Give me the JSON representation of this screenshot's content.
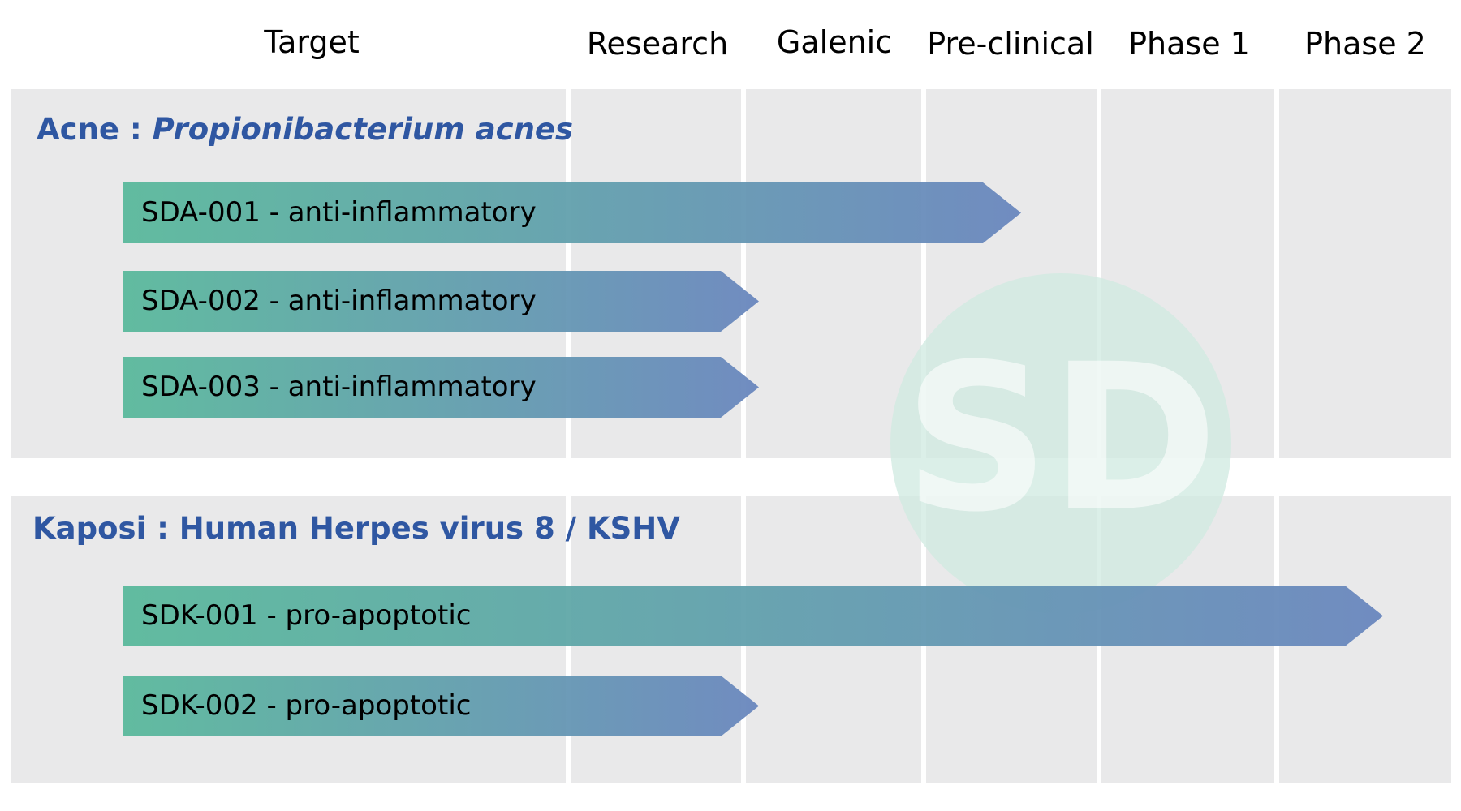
{
  "columns": [
    "Target",
    "Research",
    "Galenic",
    "Pre-clinical",
    "Phase 1",
    "Phase 2"
  ],
  "groups": [
    {
      "title_prefix": "Acne : ",
      "title_italic": "Propionibacterium acnes",
      "title": "",
      "bars": [
        {
          "label": "SDA-001 - anti-inflammatory",
          "end_stage": "Pre-clinical"
        },
        {
          "label": "SDA-002 - anti-inflammatory",
          "end_stage": "Research"
        },
        {
          "label": "SDA-003 - anti-inflammatory",
          "end_stage": "Research"
        }
      ]
    },
    {
      "title_prefix": "",
      "title_italic": "",
      "title": "Kaposi : Human Herpes virus 8 / KSHV",
      "bars": [
        {
          "label": "SDK-001 - pro-apoptotic",
          "end_stage": "Phase 2"
        },
        {
          "label": "SDK-002 - pro-apoptotic",
          "end_stage": "Research"
        }
      ]
    }
  ],
  "colors": {
    "panel": "#e9e9ea",
    "title": "#2f57a2",
    "bar_start": "#5ab99c",
    "bar_end": "#6a87be",
    "watermark": "#cfe9e0"
  },
  "watermark": {
    "text": "SD"
  }
}
